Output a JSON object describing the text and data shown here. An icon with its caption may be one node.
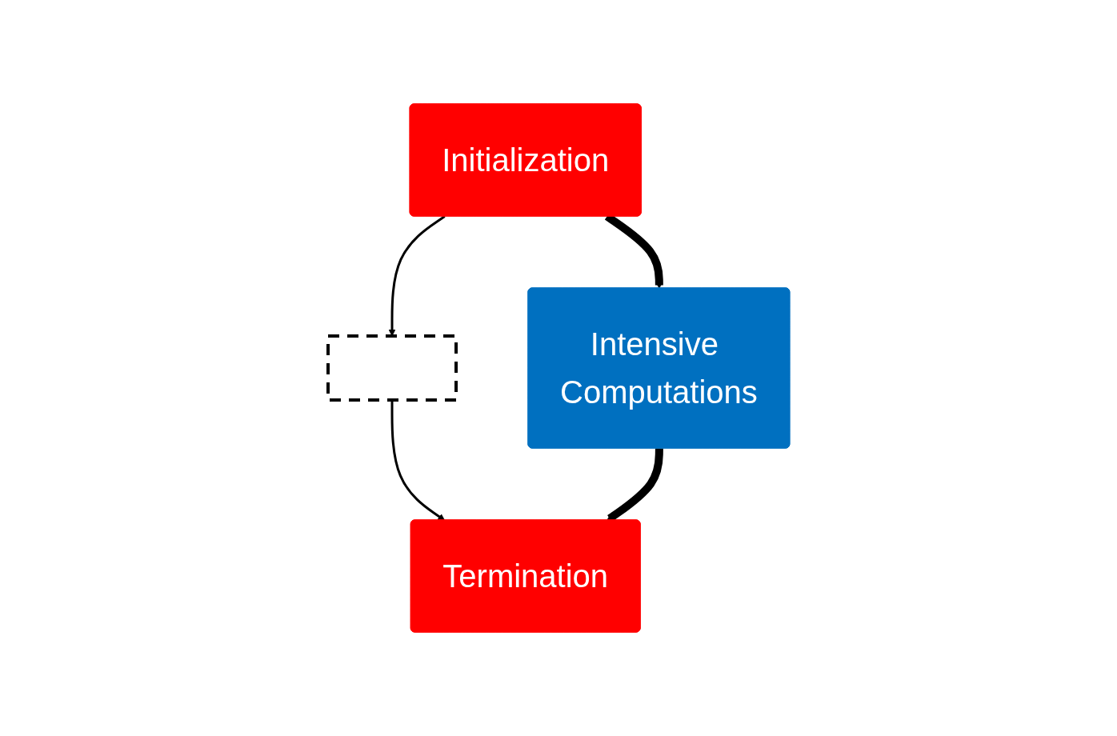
{
  "diagram": {
    "nodes": [
      {
        "text": [
          "Initialization"
        ]
      },
      {
        "text": [],
        "shape": "box"
      },
      {
        "text": [
          "Intensive Computations"
        ]
      },
      {
        "text": [
          "Termination"
        ]
      }
    ],
    "edges": [
      {
        "from": 0,
        "to": 1,
        "arrow": "to"
      },
      {
        "from": 1,
        "to": 3,
        "arrow": "to"
      },
      {
        "from": 0,
        "to": 2,
        "arrow": "to",
        "style": "thick"
      },
      {
        "from": 2,
        "to": 3,
        "arrow": "to",
        "style": "thick"
      }
    ]
  }
}
